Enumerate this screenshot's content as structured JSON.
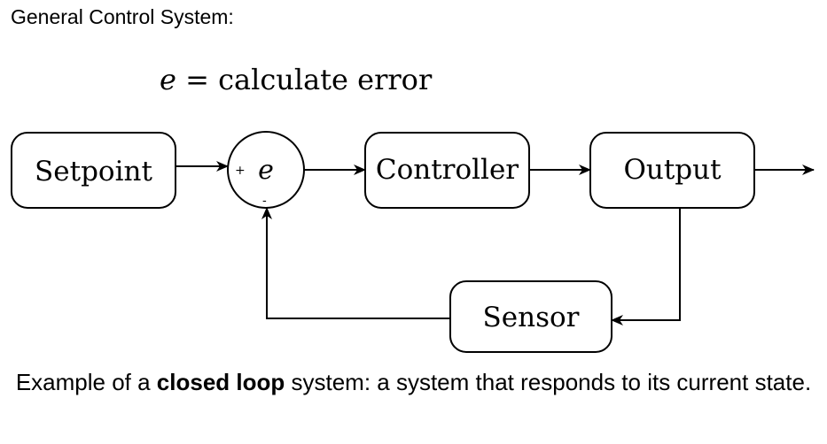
{
  "heading": "General Control System:",
  "formula": {
    "variable": "e",
    "equals": " = ",
    "text": "calculate error"
  },
  "blocks": {
    "setpoint": "Setpoint",
    "controller": "Controller",
    "output": "Output",
    "sensor": "Sensor"
  },
  "summing_junction": {
    "symbol": "e",
    "plus": "+",
    "minus": "-"
  },
  "caption": {
    "prefix": "Example of a ",
    "emphasis": "closed loop",
    "suffix": " system: a system that responds to its current state."
  },
  "colors": {
    "line": "#000000",
    "background": "#ffffff"
  }
}
